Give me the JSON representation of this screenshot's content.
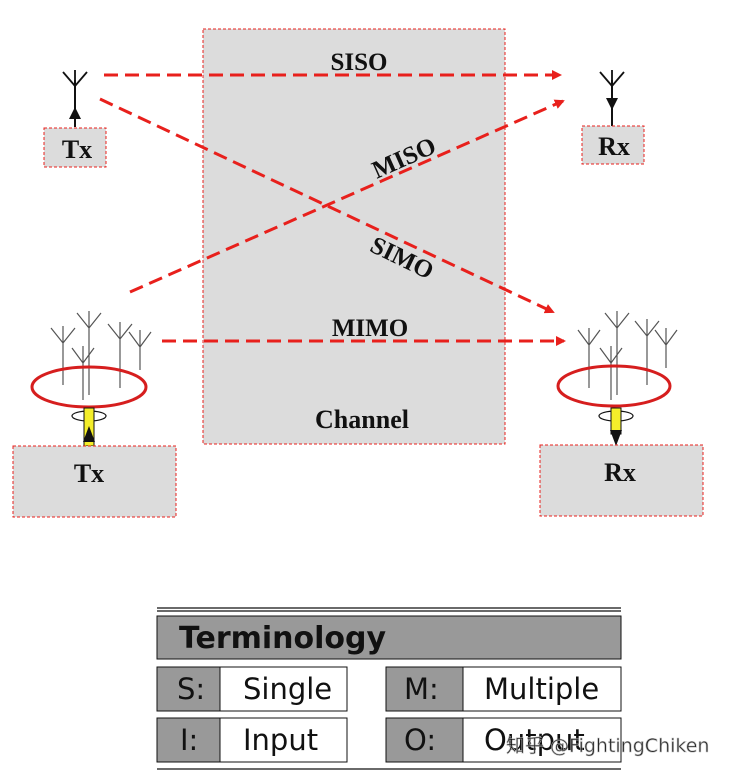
{
  "diagram": {
    "channel_label": "Channel",
    "links": {
      "siso": "SISO",
      "miso": "MISO",
      "simo": "SIMO",
      "mimo": "MIMO"
    },
    "tx_single_label": "Tx",
    "rx_single_label": "Rx",
    "tx_multi_label": "Tx",
    "rx_multi_label": "Rx",
    "colors": {
      "arrow": "#e8201c",
      "box_fill": "#dcdcdc",
      "box_border": "#e8201c",
      "ring": "#d61e1e",
      "feed": "#f4ee2a"
    }
  },
  "terminology": {
    "title": "Terminology",
    "rows": [
      {
        "left_key": "S:",
        "left_value": "Single",
        "right_key": "M:",
        "right_value": "Multiple"
      },
      {
        "left_key": "I:",
        "left_value": "Input",
        "right_key": "O:",
        "right_value": "Output"
      }
    ]
  },
  "watermark": "知乎 @FightingChiken"
}
